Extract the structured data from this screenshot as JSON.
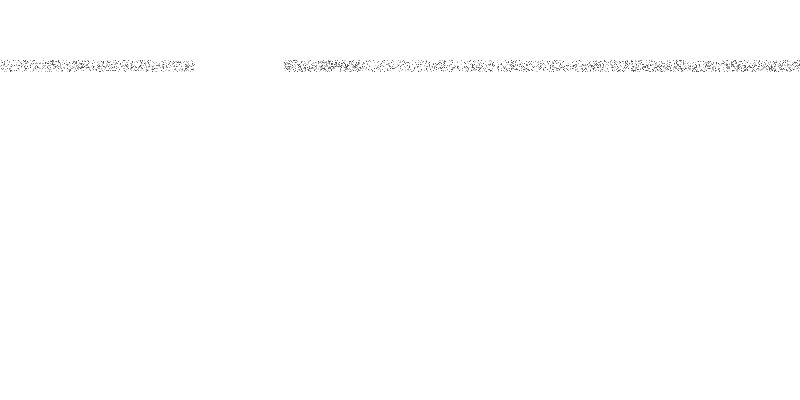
{
  "page": {
    "background_color": "#ffffff"
  },
  "noise_band": {
    "segments": [
      {
        "start": 0.0,
        "end": 0.245,
        "density": 0.35
      },
      {
        "start": 0.245,
        "end": 0.255,
        "density": 0.0
      },
      {
        "start": 0.355,
        "end": 0.45,
        "density": 0.45
      },
      {
        "start": 0.45,
        "end": 0.54,
        "density": 0.25
      },
      {
        "start": 0.54,
        "end": 0.69,
        "density": 0.3
      },
      {
        "start": 0.69,
        "end": 1.0,
        "density": 0.4
      }
    ],
    "colors": [
      "#4a4a4a",
      "#7a7a7a",
      "#a8a8a8",
      "#c8c8c8"
    ]
  }
}
